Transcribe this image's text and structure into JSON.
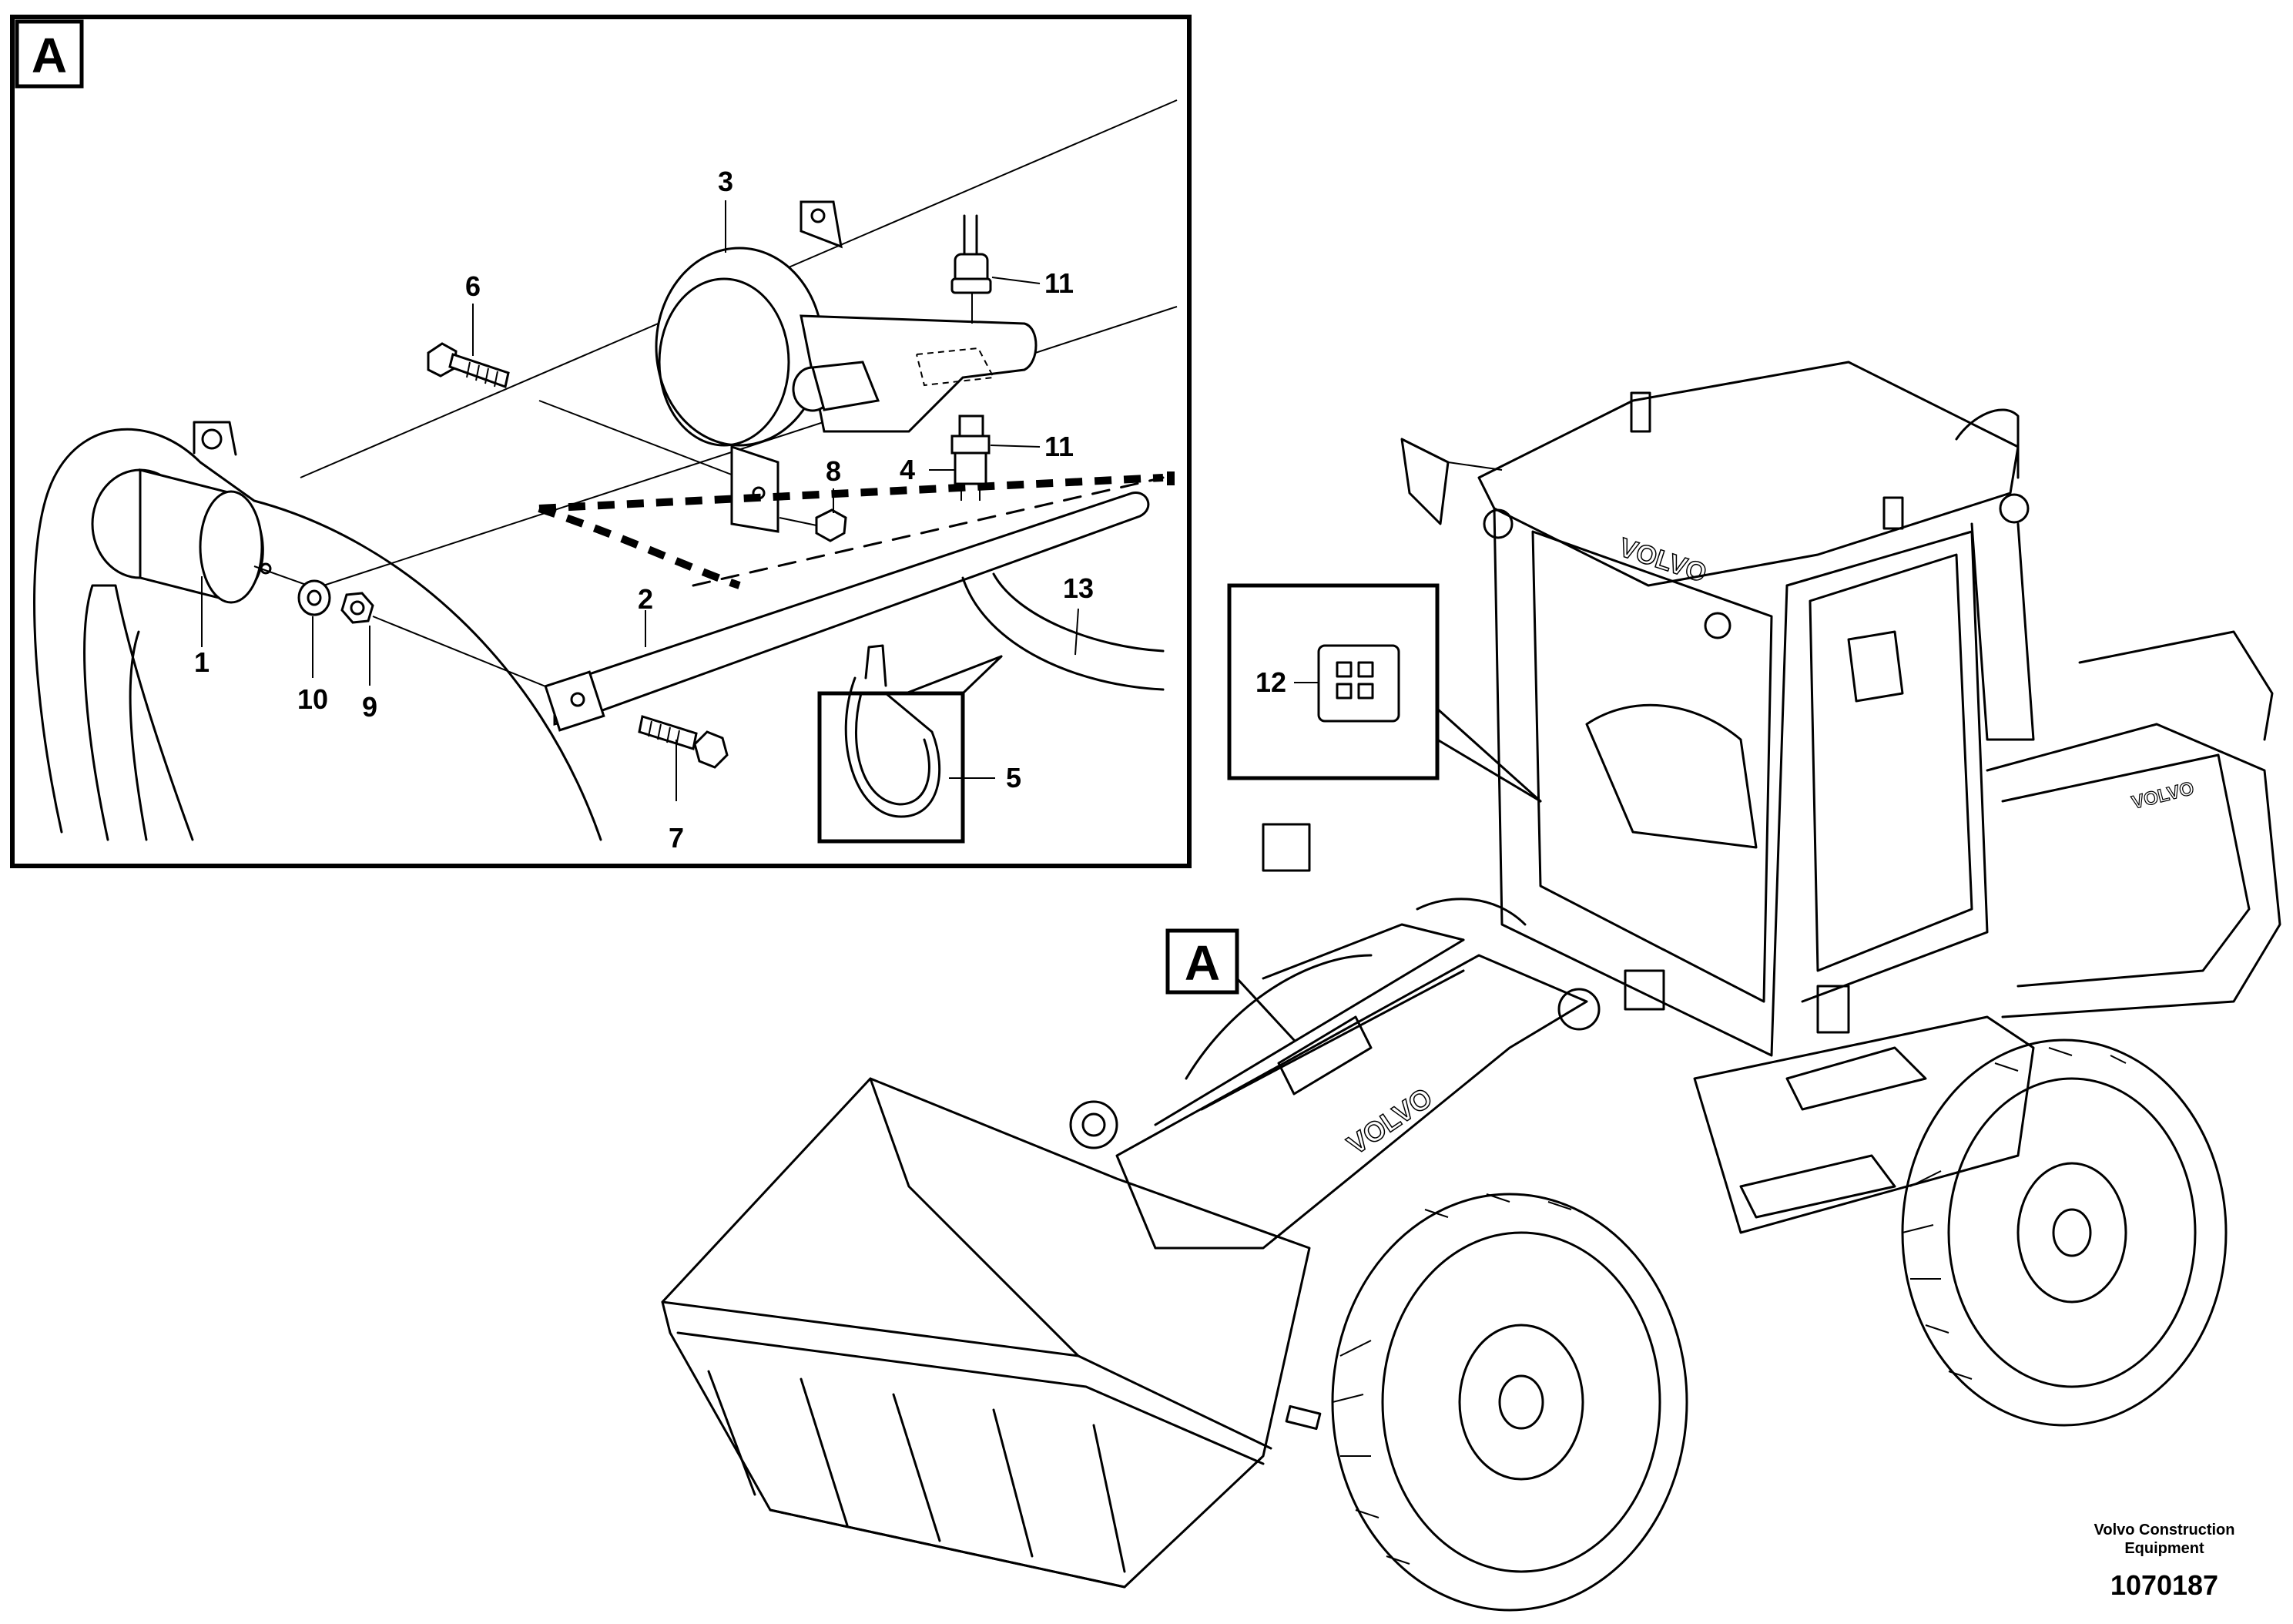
{
  "diagram": {
    "detail_view_label": "A",
    "overview_marker_label": "A",
    "brand_text": "VOLVO",
    "callouts": [
      "1",
      "2",
      "3",
      "4",
      "5",
      "6",
      "7",
      "8",
      "9",
      "10",
      "11",
      "11",
      "12",
      "13"
    ]
  },
  "footer": {
    "company_line1": "Volvo Construction",
    "company_line2": "Equipment",
    "drawing_number": "1070187"
  }
}
